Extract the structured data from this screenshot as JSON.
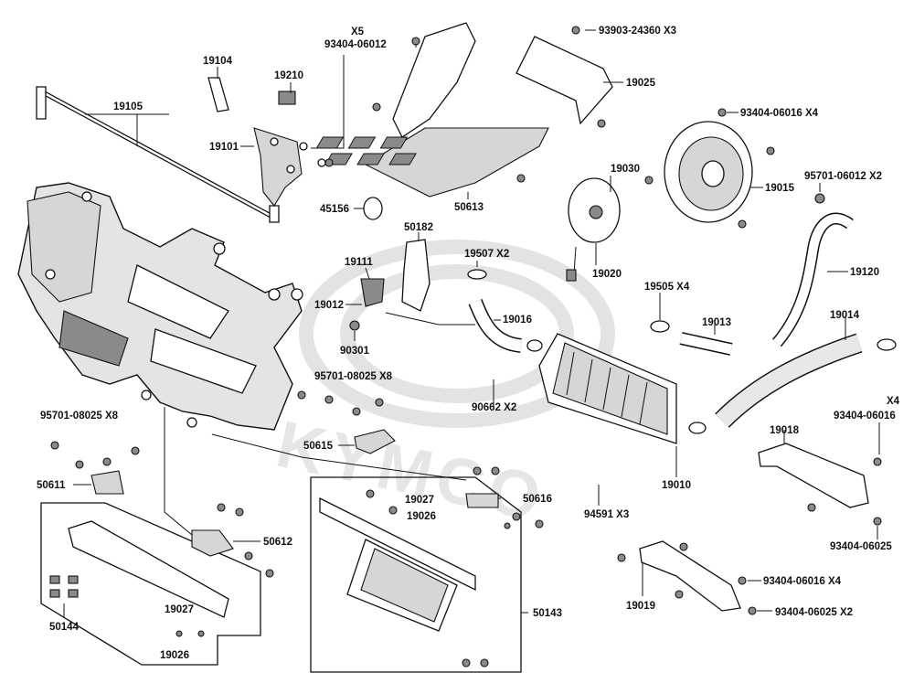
{
  "watermark": "KYMCO",
  "labels": [
    {
      "id": "l-x5",
      "text": "X5"
    },
    {
      "id": "l-93404-06012",
      "text": "93404-06012"
    },
    {
      "id": "l-93903",
      "text": "93903-24360 X3"
    },
    {
      "id": "l-19104",
      "text": "19104"
    },
    {
      "id": "l-19210",
      "text": "19210"
    },
    {
      "id": "l-19105",
      "text": "19105"
    },
    {
      "id": "l-19025",
      "text": "19025"
    },
    {
      "id": "l-93404-06016x4a",
      "text": "93404-06016 X4"
    },
    {
      "id": "l-19101",
      "text": "19101"
    },
    {
      "id": "l-19030",
      "text": "19030"
    },
    {
      "id": "l-19015",
      "text": "19015"
    },
    {
      "id": "l-95701-06012",
      "text": "95701-06012 X2"
    },
    {
      "id": "l-50613",
      "text": "50613"
    },
    {
      "id": "l-45156",
      "text": "45156"
    },
    {
      "id": "l-50182",
      "text": "50182"
    },
    {
      "id": "l-19507",
      "text": "19507  X2"
    },
    {
      "id": "l-19020",
      "text": "19020"
    },
    {
      "id": "l-19120",
      "text": "19120"
    },
    {
      "id": "l-19111",
      "text": "19111"
    },
    {
      "id": "l-19505",
      "text": "19505  X4"
    },
    {
      "id": "l-19012",
      "text": "19012"
    },
    {
      "id": "l-19016",
      "text": "19016"
    },
    {
      "id": "l-19013",
      "text": "19013"
    },
    {
      "id": "l-19014",
      "text": "19014"
    },
    {
      "id": "l-90301",
      "text": "90301"
    },
    {
      "id": "l-95701-08025x8a",
      "text": "95701-08025 X8"
    },
    {
      "id": "l-90662",
      "text": "90662  X2"
    },
    {
      "id": "l-x4",
      "text": "X4"
    },
    {
      "id": "l-93404-06016r",
      "text": "93404-06016"
    },
    {
      "id": "l-95701-08025x8b",
      "text": "95701-08025 X8"
    },
    {
      "id": "l-19018",
      "text": "19018"
    },
    {
      "id": "l-50615",
      "text": "50615"
    },
    {
      "id": "l-19010",
      "text": "19010"
    },
    {
      "id": "l-50611",
      "text": "50611"
    },
    {
      "id": "l-50616",
      "text": "50616"
    },
    {
      "id": "l-19027a",
      "text": "19027"
    },
    {
      "id": "l-19026a",
      "text": "19026"
    },
    {
      "id": "l-94591",
      "text": "94591  X3"
    },
    {
      "id": "l-93404-06025",
      "text": "93404-06025"
    },
    {
      "id": "l-50612",
      "text": "50612"
    },
    {
      "id": "l-93404-06016x4b",
      "text": "93404-06016 X4"
    },
    {
      "id": "l-50144",
      "text": "50144"
    },
    {
      "id": "l-19027b",
      "text": "19027"
    },
    {
      "id": "l-50143",
      "text": "50143"
    },
    {
      "id": "l-19019",
      "text": "19019"
    },
    {
      "id": "l-93404-06025x2",
      "text": "93404-06025 X2"
    },
    {
      "id": "l-19026b",
      "text": "19026"
    }
  ]
}
